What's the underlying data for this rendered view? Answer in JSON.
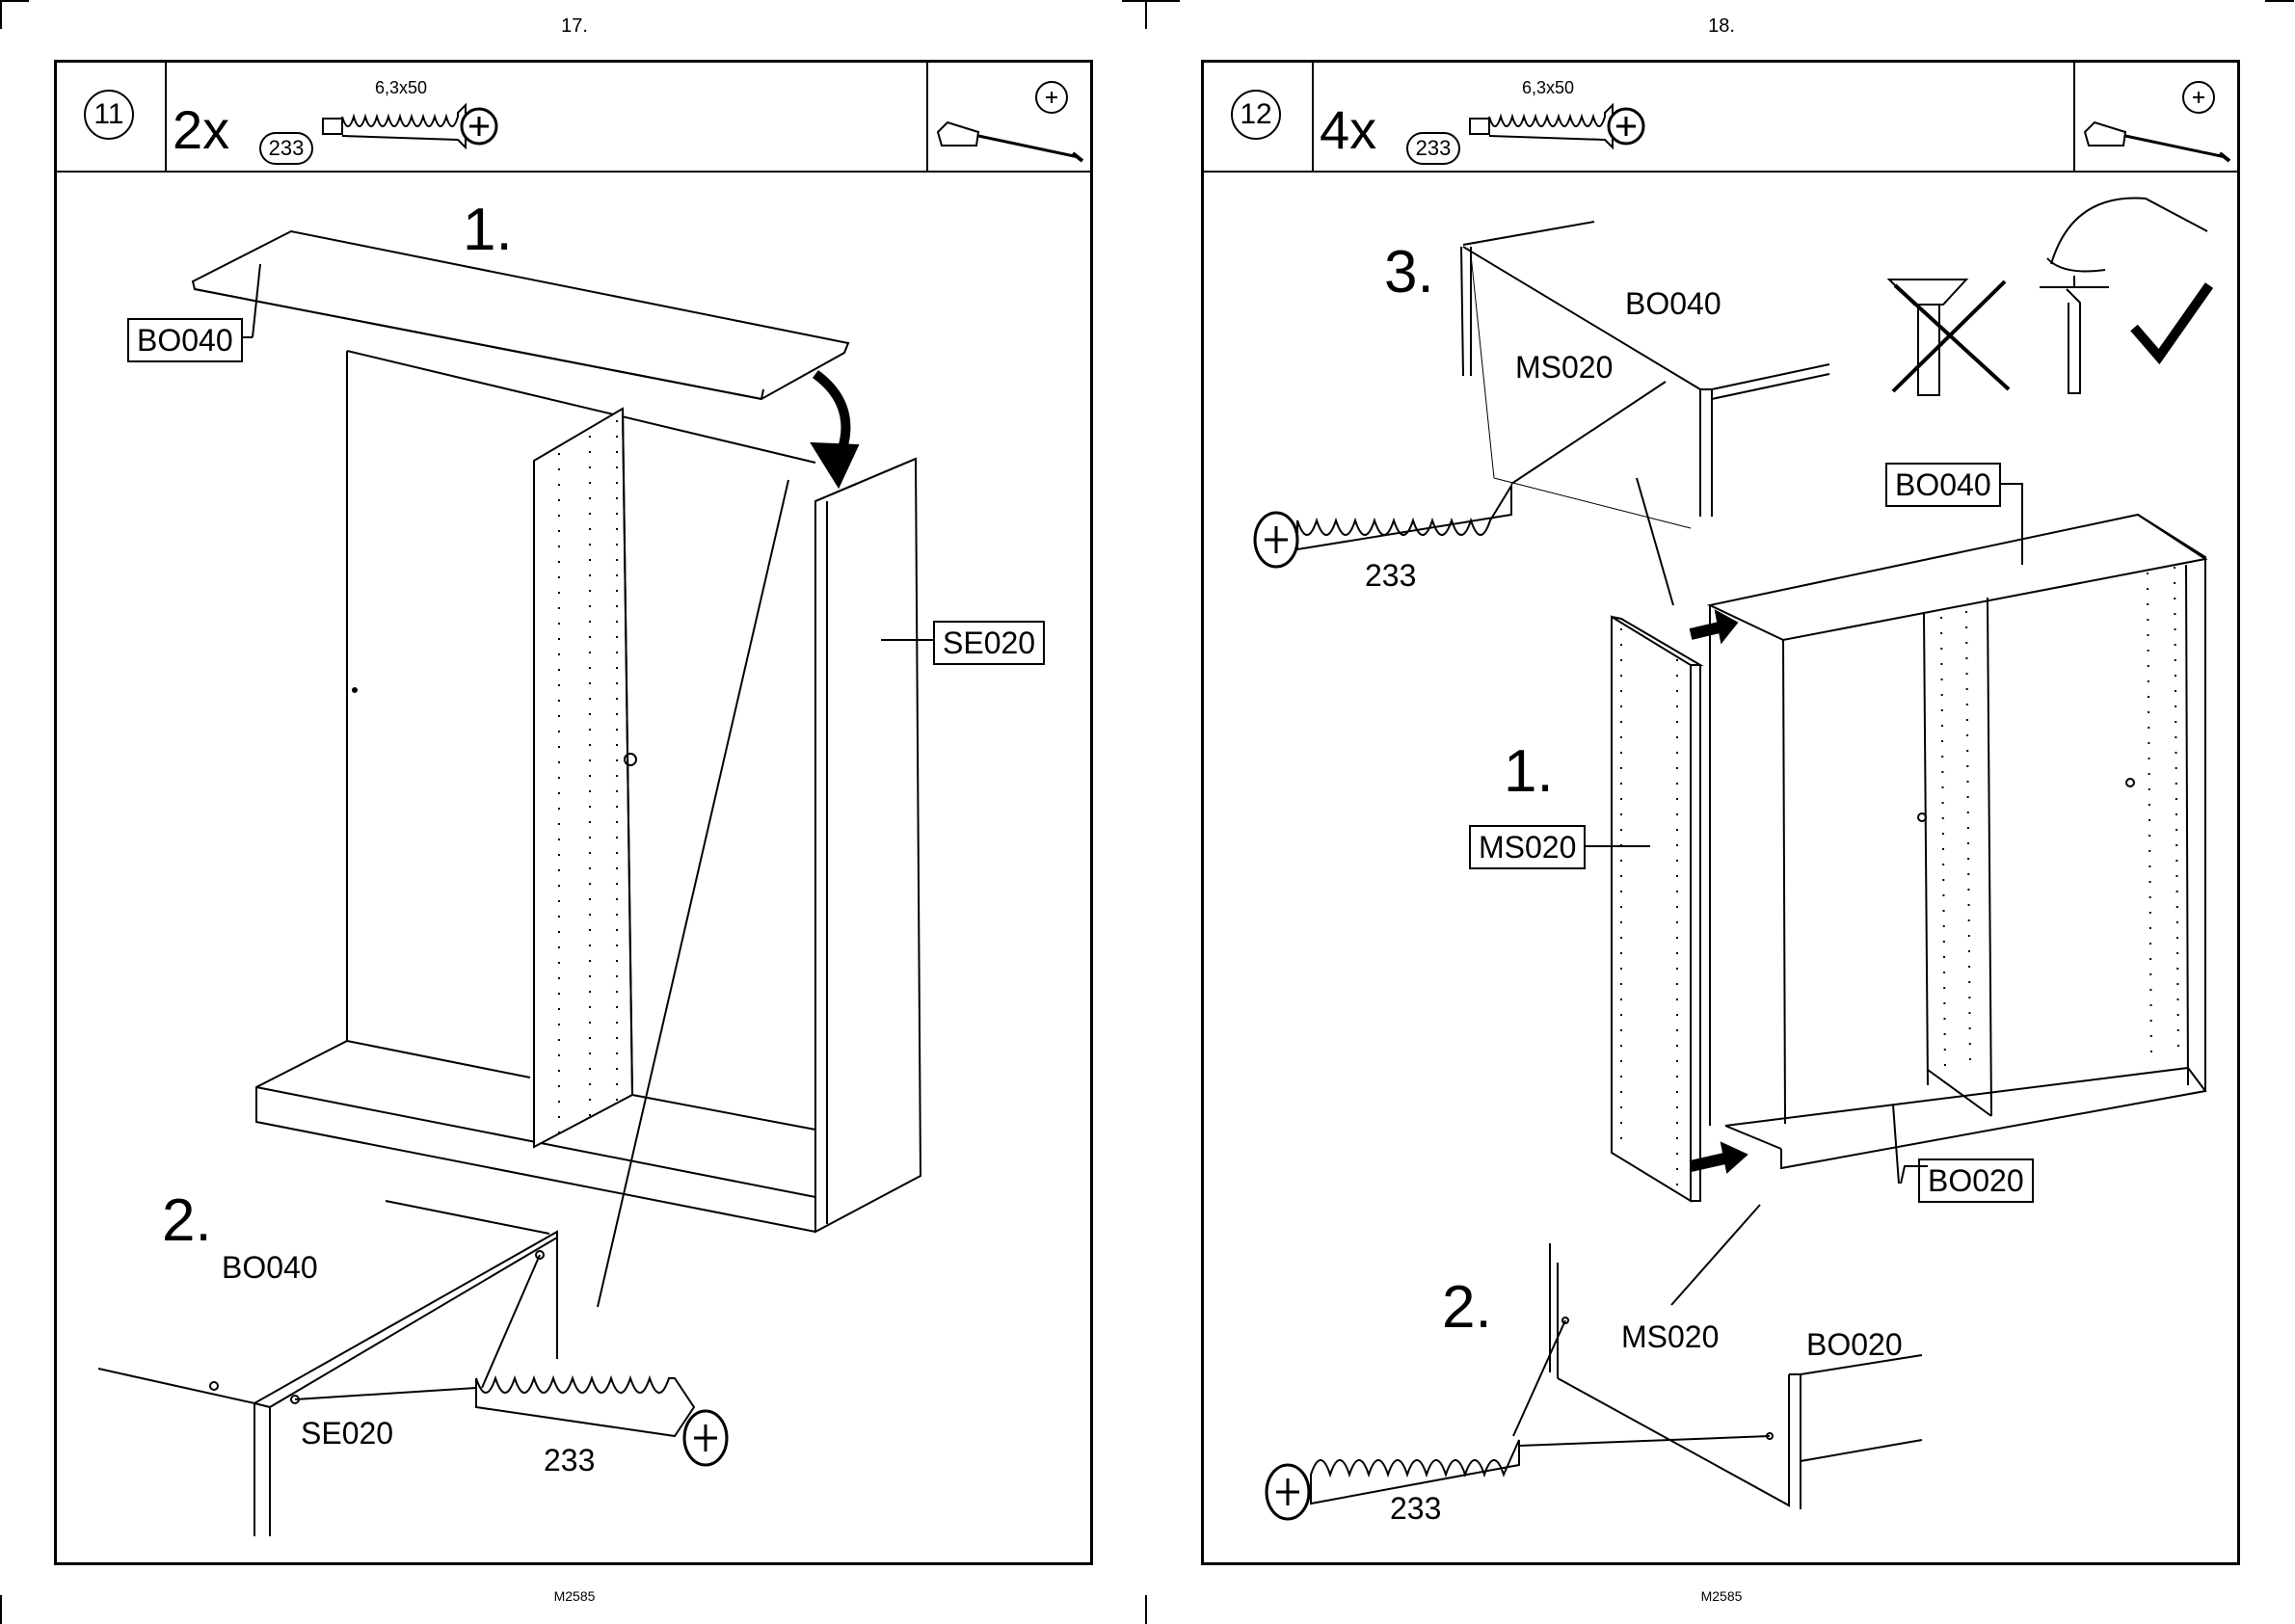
{
  "left_page": {
    "page_number": "17.",
    "footer": "M2585",
    "step": {
      "number": "11",
      "quantity": "2x",
      "part_number": "233",
      "screw_size": "6,3x50",
      "tool_icon": "screwdriver-icon",
      "phillips_icon": "phillips-head-icon"
    },
    "sub_steps": {
      "one": "1.",
      "two": "2."
    },
    "labels": {
      "top_panel": "BO040",
      "side_panel": "SE020",
      "detail_top": "BO040",
      "detail_side": "SE020",
      "detail_screw": "233"
    }
  },
  "right_page": {
    "page_number": "18.",
    "footer": "M2585",
    "step": {
      "number": "12",
      "quantity": "4x",
      "part_number": "233",
      "screw_size": "6,3x50",
      "tool_icon": "screwdriver-icon",
      "phillips_icon": "phillips-head-icon"
    },
    "sub_steps": {
      "one": "1.",
      "two": "2.",
      "three": "3."
    },
    "labels": {
      "detail3_top": "BO040",
      "detail3_mid": "MS020",
      "detail3_screw": "233",
      "top_panel": "BO040",
      "mid_panel": "MS020",
      "bottom_panel": "BO020",
      "detail2_mid": "MS020",
      "detail2_bottom": "BO020",
      "detail2_screw": "233"
    }
  }
}
